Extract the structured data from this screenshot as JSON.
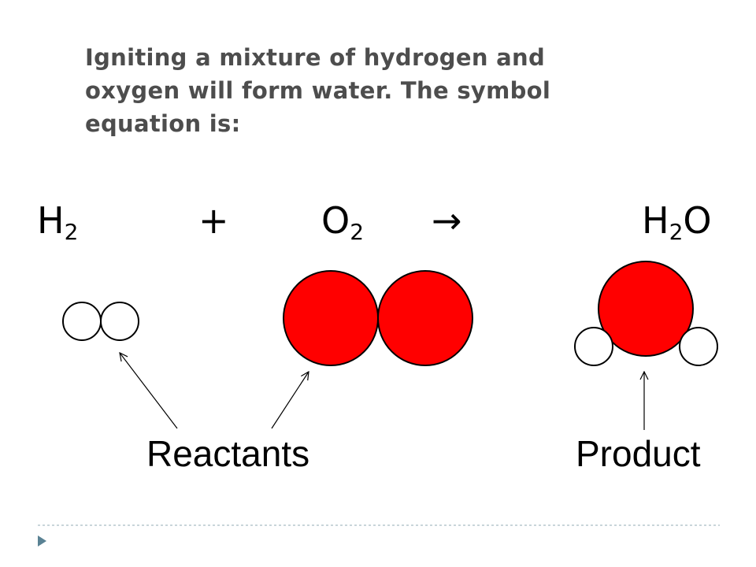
{
  "intro": {
    "line1": "Igniting a mixture of hydrogen and",
    "line2": "oxygen will form water. The symbol",
    "line3": "equation is:"
  },
  "equation": {
    "hydrogen": {
      "element": "H",
      "subscript": "2"
    },
    "plus": "+",
    "oxygen": {
      "element": "O",
      "subscript": "2"
    },
    "arrow": "→",
    "water": {
      "element1": "H",
      "subscript": "2",
      "element2": "O"
    }
  },
  "labels": {
    "reactants": "Reactants",
    "product": "Product"
  },
  "colors": {
    "oxygen_atom": "#ff0000",
    "hydrogen_atom": "#ffffff",
    "outline": "#000000",
    "divider": "#a9bcc4",
    "bullet": "#5a8294"
  }
}
